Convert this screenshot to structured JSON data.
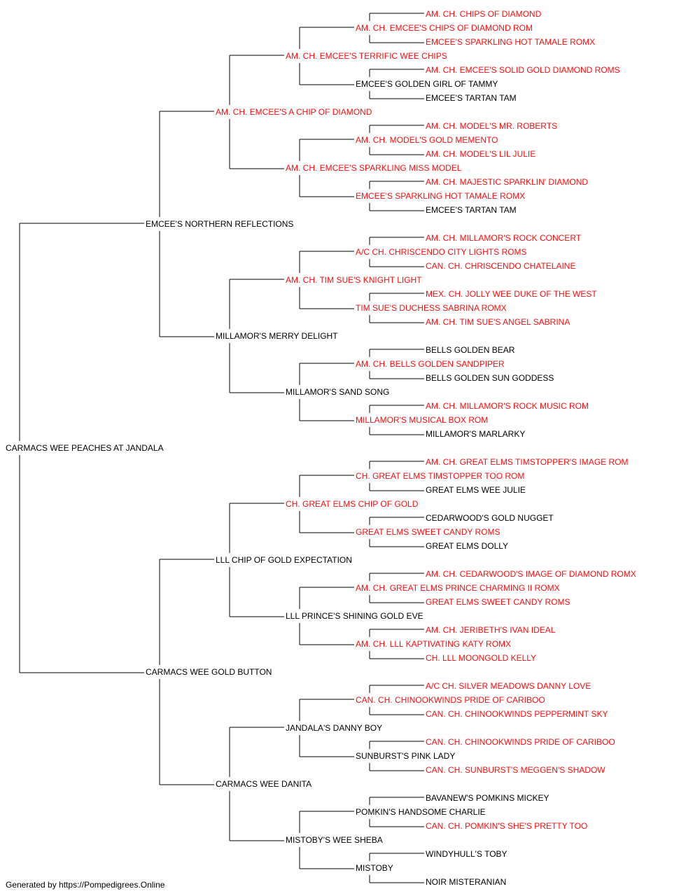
{
  "colors": {
    "titled": "#ee1111",
    "untitled": "#000000",
    "line": "#000000"
  },
  "root": {
    "name": "CARMACS WEE PEACHES AT JANDALA",
    "titled": false,
    "sire": {
      "name": "EMCEE'S NORTHERN REFLECTIONS",
      "titled": false,
      "sire": {
        "name": "AM. CH. EMCEE'S A CHIP OF DIAMOND",
        "titled": true,
        "sire": {
          "name": "AM. CH. EMCEE'S TERRIFIC WEE CHIPS",
          "titled": true,
          "sire": {
            "name": "AM. CH. EMCEE'S CHIPS OF DIAMOND ROM",
            "titled": true,
            "sire": {
              "name": "AM. CH. CHIPS OF DIAMOND",
              "titled": true
            },
            "dam": {
              "name": "EMCEE'S SPARKLING HOT TAMALE ROMX",
              "titled": true
            }
          },
          "dam": {
            "name": "EMCEE'S GOLDEN GIRL OF TAMMY",
            "titled": false,
            "sire": {
              "name": "AM. CH. EMCEE'S SOLID GOLD DIAMOND ROMS",
              "titled": true
            },
            "dam": {
              "name": "EMCEE'S TARTAN TAM",
              "titled": false
            }
          }
        },
        "dam": {
          "name": "AM. CH. EMCEE'S SPARKLING MISS MODEL",
          "titled": true,
          "sire": {
            "name": "AM. CH. MODEL'S GOLD MEMENTO",
            "titled": true,
            "sire": {
              "name": "AM. CH. MODEL'S MR. ROBERTS",
              "titled": true
            },
            "dam": {
              "name": "AM. CH. MODEL'S LIL JULIE",
              "titled": true
            }
          },
          "dam": {
            "name": "EMCEE'S SPARKLING HOT TAMALE ROMX",
            "titled": true,
            "sire": {
              "name": "AM. CH. MAJESTIC SPARKLIN' DIAMOND",
              "titled": true
            },
            "dam": {
              "name": "EMCEE'S TARTAN TAM",
              "titled": false
            }
          }
        }
      },
      "dam": {
        "name": "MILLAMOR'S MERRY DELIGHT",
        "titled": false,
        "sire": {
          "name": "AM. CH. TIM SUE'S KNIGHT LIGHT",
          "titled": true,
          "sire": {
            "name": "A/C CH. CHRISCENDO CITY LIGHTS ROMS",
            "titled": true,
            "sire": {
              "name": "AM. CH. MILLAMOR'S ROCK CONCERT",
              "titled": true
            },
            "dam": {
              "name": "CAN. CH. CHRISCENDO CHATELAINE",
              "titled": true
            }
          },
          "dam": {
            "name": "TIM SUE'S DUCHESS SABRINA ROMX",
            "titled": true,
            "sire": {
              "name": "MEX. CH. JOLLY WEE DUKE OF THE WEST",
              "titled": true
            },
            "dam": {
              "name": "AM. CH. TIM SUE'S ANGEL SABRINA",
              "titled": true
            }
          }
        },
        "dam": {
          "name": "MILLAMOR'S SAND SONG",
          "titled": false,
          "sire": {
            "name": "AM. CH. BELLS GOLDEN SANDPIPER",
            "titled": true,
            "sire": {
              "name": "BELLS GOLDEN BEAR",
              "titled": false
            },
            "dam": {
              "name": "BELLS GOLDEN SUN GODDESS",
              "titled": false
            }
          },
          "dam": {
            "name": "MILLAMOR'S MUSICAL BOX ROM",
            "titled": true,
            "sire": {
              "name": "AM. CH. MILLAMOR'S ROCK MUSIC ROM",
              "titled": true
            },
            "dam": {
              "name": "MILLAMOR'S MARLARKY",
              "titled": false
            }
          }
        }
      }
    },
    "dam": {
      "name": "CARMACS WEE GOLD BUTTON",
      "titled": false,
      "sire": {
        "name": "LLL CHIP OF GOLD EXPECTATION",
        "titled": false,
        "sire": {
          "name": "CH. GREAT ELMS CHIP OF GOLD",
          "titled": true,
          "sire": {
            "name": "CH. GREAT ELMS TIMSTOPPER TOO ROM",
            "titled": true,
            "sire": {
              "name": "AM. CH. GREAT ELMS TIMSTOPPER'S IMAGE ROM",
              "titled": true
            },
            "dam": {
              "name": "GREAT ELMS WEE JULIE",
              "titled": false
            }
          },
          "dam": {
            "name": "GREAT ELMS SWEET CANDY ROMS",
            "titled": true,
            "sire": {
              "name": "CEDARWOOD'S GOLD NUGGET",
              "titled": false
            },
            "dam": {
              "name": "GREAT ELMS DOLLY",
              "titled": false
            }
          }
        },
        "dam": {
          "name": "LLL PRINCE'S SHINING GOLD EVE",
          "titled": false,
          "sire": {
            "name": "AM. CH. GREAT ELMS PRINCE CHARMING II ROMX",
            "titled": true,
            "sire": {
              "name": "AM. CH. CEDARWOOD'S IMAGE OF DIAMOND ROMX",
              "titled": true
            },
            "dam": {
              "name": "GREAT ELMS SWEET CANDY ROMS",
              "titled": true
            }
          },
          "dam": {
            "name": "AM. CH. LLL KAPTIVATING KATY ROMX",
            "titled": true,
            "sire": {
              "name": "AM. CH. JERIBETH'S IVAN IDEAL",
              "titled": true
            },
            "dam": {
              "name": "CH. LLL MOONGOLD KELLY",
              "titled": true
            }
          }
        }
      },
      "dam": {
        "name": "CARMACS WEE DANITA",
        "titled": false,
        "sire": {
          "name": "JANDALA'S DANNY BOY",
          "titled": false,
          "sire": {
            "name": "CAN. CH. CHINOOKWINDS PRIDE OF CARIBOO",
            "titled": true,
            "sire": {
              "name": "A/C CH. SILVER MEADOWS DANNY LOVE",
              "titled": true
            },
            "dam": {
              "name": "CAN. CH. CHINOOKWINDS PEPPERMINT SKY",
              "titled": true
            }
          },
          "dam": {
            "name": "SUNBURST'S PINK LADY",
            "titled": false,
            "sire": {
              "name": "CAN. CH. CHINOOKWINDS PRIDE OF CARIBOO",
              "titled": true
            },
            "dam": {
              "name": "CAN. CH. SUNBURST'S MEGGEN'S SHADOW",
              "titled": true
            }
          }
        },
        "dam": {
          "name": "MISTOBY'S WEE SHEBA",
          "titled": false,
          "sire": {
            "name": "POMKIN'S HANDSOME CHARLIE",
            "titled": false,
            "sire": {
              "name": "BAVANEW'S POMKINS MICKEY",
              "titled": false
            },
            "dam": {
              "name": "CAN. CH. POMKIN'S SHE'S PRETTY TOO",
              "titled": true
            }
          },
          "dam": {
            "name": "MISTOBY",
            "titled": false,
            "sire": {
              "name": "WINDYHULL'S TOBY",
              "titled": false
            },
            "dam": {
              "name": "NOIR MISTERANIAN",
              "titled": false
            }
          }
        }
      }
    }
  },
  "footer": "Generated by https://Pompedigrees.Online"
}
